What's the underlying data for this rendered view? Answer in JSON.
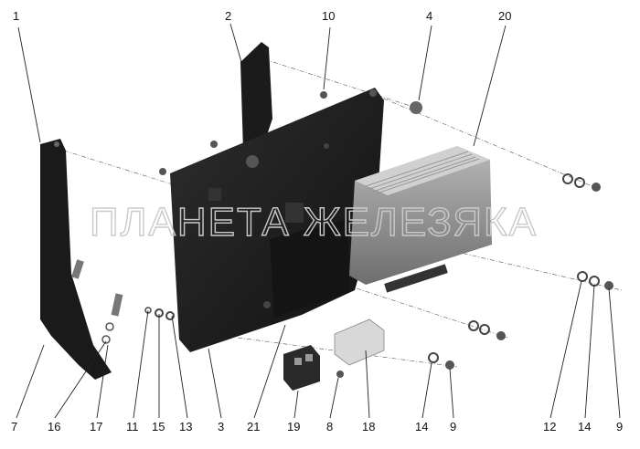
{
  "diagram": {
    "watermark": "ПЛАНЕТА ЖЕЛЕЗЯКА",
    "callouts": [
      "1",
      "2",
      "10",
      "4",
      "20",
      "7",
      "16",
      "17",
      "11",
      "15",
      "13",
      "3",
      "21",
      "19",
      "8",
      "18",
      "14",
      "9",
      "12",
      "14",
      "9"
    ]
  }
}
